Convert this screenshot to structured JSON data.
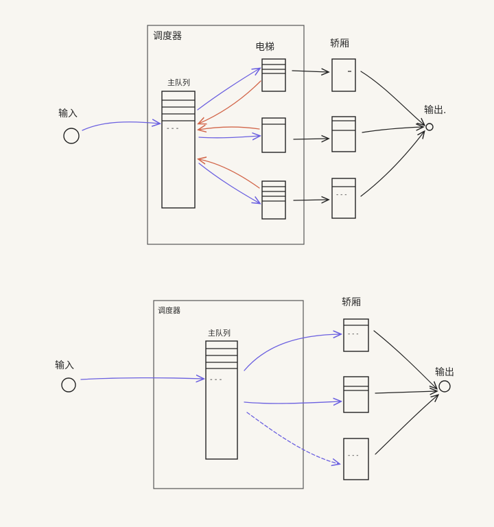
{
  "diagram1": {
    "scheduler_label": "调度器",
    "main_queue_label": "主队列",
    "elevator_label": "电梯",
    "car_label": "轿厢",
    "input_label": "输入",
    "output_label": "输出.",
    "dashes": "- - -"
  },
  "diagram2": {
    "scheduler_label": "调度器",
    "main_queue_label": "主队列",
    "car_label": "轿厢",
    "input_label": "输入",
    "output_label": "输出",
    "dashes": "- - -"
  },
  "colors": {
    "request_arrow": "#6a5fe0",
    "return_arrow": "#d2664a",
    "ink": "#222222",
    "paper": "#f8f6f1"
  }
}
